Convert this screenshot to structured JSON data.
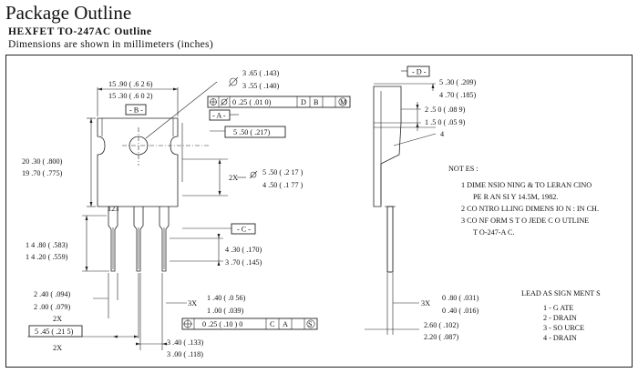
{
  "header": {
    "title": "Package Outline",
    "subtitle": "HEXFET TO-247AC Outline",
    "units_note": "Dimensions are shown in millimeters (inches)"
  },
  "front_view": {
    "width_max": "15 .90 ( .6 2 6)",
    "width_min": "15 .30 ( .6 0 2)",
    "datum_b": "- B -",
    "hole_dia_max": "3 .65 ( .143)",
    "hole_dia_min": "3 .55 ( .140)",
    "tol_frame_1": [
      "0 .25 ( .01 0)",
      "D",
      "B",
      "M"
    ],
    "datum_a": "- A -",
    "hole_offset": "5 .50 ( .217)",
    "height_max": "20 .30 ( .800)",
    "height_min": "19 .70 ( .775)",
    "tab_2x": "2X",
    "tab_width_max": "5 .50 ( .2 17 )",
    "tab_width_min": "4 .50 ( .1 77 )",
    "pin_numbers": "123",
    "datum_c": "- C -",
    "lead_len_max": "1 4 .80 ( .583)",
    "lead_len_min": "1 4 .20 ( .559)",
    "shoulder_max": "4 .30 ( .170)",
    "shoulder_min": "3 .70 ( .145)",
    "lead_w_max": "2 .40 ( .094)",
    "lead_w_min": "2 .00 ( .079)",
    "lead_w_2x": "2X",
    "pitch": "5 .45 ( .21 5)",
    "pitch_2x": "2X",
    "pin_thk_3x": "3X",
    "pin_thk_max": "1 .40 ( .0 56)",
    "pin_thk_min": "1 .00 ( .039)",
    "tol_frame_2": [
      "0 .25 ( .10 ) 0",
      "C",
      "A",
      "S"
    ],
    "lead_gap_max": "3 .40 ( .133)",
    "lead_gap_min": "3 .00 ( .118)"
  },
  "side_view": {
    "datum_d": "- D -",
    "thk_max": "5 .30 ( .209)",
    "thk_min": "4 .70 ( .185)",
    "flange_max": "2 .5 0 ( .08 9)",
    "flange_min": "1 .5 0 ( .05 9)",
    "note_ref": "4",
    "pin_3x": "3X",
    "pin_max": "0 .80 ( .031)",
    "pin_min": "0 .40 ( .016)",
    "lead_max": "2.60 ( .102)",
    "lead_min": "2.20 ( .087)"
  },
  "notes": {
    "heading": "NOT ES :",
    "lines": [
      "1 DIME NSIO NING & TO LERAN CINO",
      "PE R AN SI Y 14.5M, 1982.",
      "2 CO NTRO LLING DIMENS IO N : IN CH.",
      "3 CO NF ORM S T O JEDE C O UTLINE",
      "T O-247-A C."
    ]
  },
  "lead_assignments": {
    "heading": "LEAD AS SIGN MENT S",
    "items": [
      "1 - G ATE",
      "2 - DRAIN",
      "3 - SO URCE",
      "4 - DRAIN"
    ]
  }
}
